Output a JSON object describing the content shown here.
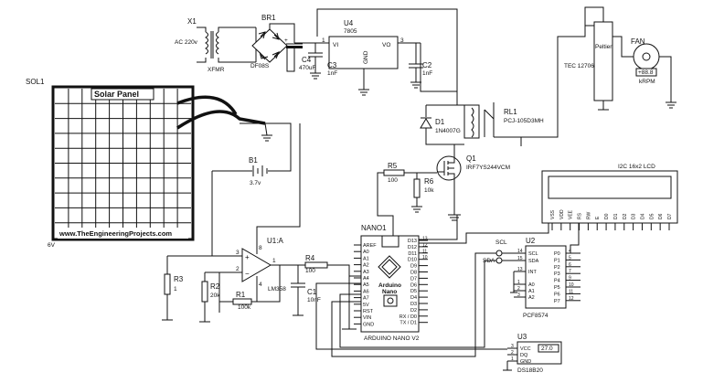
{
  "designators": {
    "x1": "X1",
    "br1": "BR1",
    "u4": "U4",
    "sol1": "SOL1",
    "c3": "C3",
    "c4": "C4",
    "c2": "C2",
    "rl1": "RL1",
    "d1": "D1",
    "q1": "Q1",
    "r5": "R5",
    "r6": "R6",
    "b1": "B1",
    "u1a": "U1:A",
    "r4": "R4",
    "c1": "C1",
    "r3": "R3",
    "r2": "R2",
    "r1": "R1",
    "nano1": "NANO1",
    "u2": "U2",
    "u3": "U3",
    "fan": "FAN"
  },
  "values": {
    "ac": "AC 220v",
    "xfmr": "XFMR",
    "df": "DF08S",
    "reg": "7805",
    "c4": "470uF",
    "c3": "1nF",
    "c2": "1nF",
    "gnd": "GND",
    "vi": "VI",
    "vo": "VO",
    "pin1": "1",
    "pin3": "3",
    "relay": "PCJ-105D3MH",
    "diode": "1N4007G",
    "mosfet": "IRF7YS244VCM",
    "r5": "100",
    "r6": "10k",
    "batt": "3.7v",
    "opamp": "LM358",
    "r4": "100",
    "c1": "10nF",
    "r3": "1",
    "r2": "20k",
    "r1": "100k",
    "tec": "TEC 12706",
    "peltier": "Peltier",
    "fan_rpm": "+88.8",
    "fan_unit": "kRPM",
    "sol_v": "6V",
    "lcd": "I2C 16x2 LCD",
    "pcf": "PCF8574",
    "ds": "DS18B20",
    "temp": "27.0",
    "nano_name": "ARDUINO NANO V2",
    "nano_logo_1": "Arduino",
    "nano_logo_2": "Nano",
    "panel_title": "Solar Panel",
    "panel_url": "www.TheEngineeringProjects.com",
    "scl": "SCL",
    "sda": "SDA"
  },
  "nano_left_pins": [
    "AREF",
    "A0",
    "A1",
    "A2",
    "A3",
    "A4",
    "A5",
    "A6",
    "A7",
    "5V",
    "RST",
    "VIN",
    "GND"
  ],
  "nano_right_pins": [
    "D13",
    "D12",
    "D11",
    "D10",
    "D9",
    "D8",
    "D7",
    "D6",
    "D5",
    "D4",
    "D3",
    "D2",
    "RX / D0",
    "TX / D1"
  ],
  "nano_right_nums": [
    "13",
    "12",
    "11",
    "10"
  ],
  "lcd_pins": [
    "VSS",
    "VDD",
    "VEE",
    "RS",
    "RW",
    "E",
    "D0",
    "D1",
    "D2",
    "D3",
    "D4",
    "D5",
    "D6",
    "D7"
  ],
  "pcf": {
    "left_pins": [
      "SCL",
      "SDA",
      "INT",
      "A0",
      "A1",
      "A2"
    ],
    "left_nums": [
      "14",
      "15",
      "13",
      "1",
      "2",
      "3"
    ],
    "right_pins": [
      "P0",
      "P1",
      "P2",
      "P3",
      "P4",
      "P5",
      "P6",
      "P7"
    ],
    "right_nums": [
      "4",
      "5",
      "6",
      "7",
      "9",
      "10",
      "11",
      "12"
    ]
  },
  "ds_pins": [
    "VCC",
    "DQ",
    "GND"
  ],
  "ds_nums": [
    "3",
    "2",
    "1"
  ],
  "opamp_pins": {
    "plus": "3",
    "minus": "2",
    "out": "1",
    "v8": "8",
    "v4": "4"
  },
  "misc": {
    "c4_sign": "+",
    "op_plus": "+",
    "op_minus": "−"
  }
}
